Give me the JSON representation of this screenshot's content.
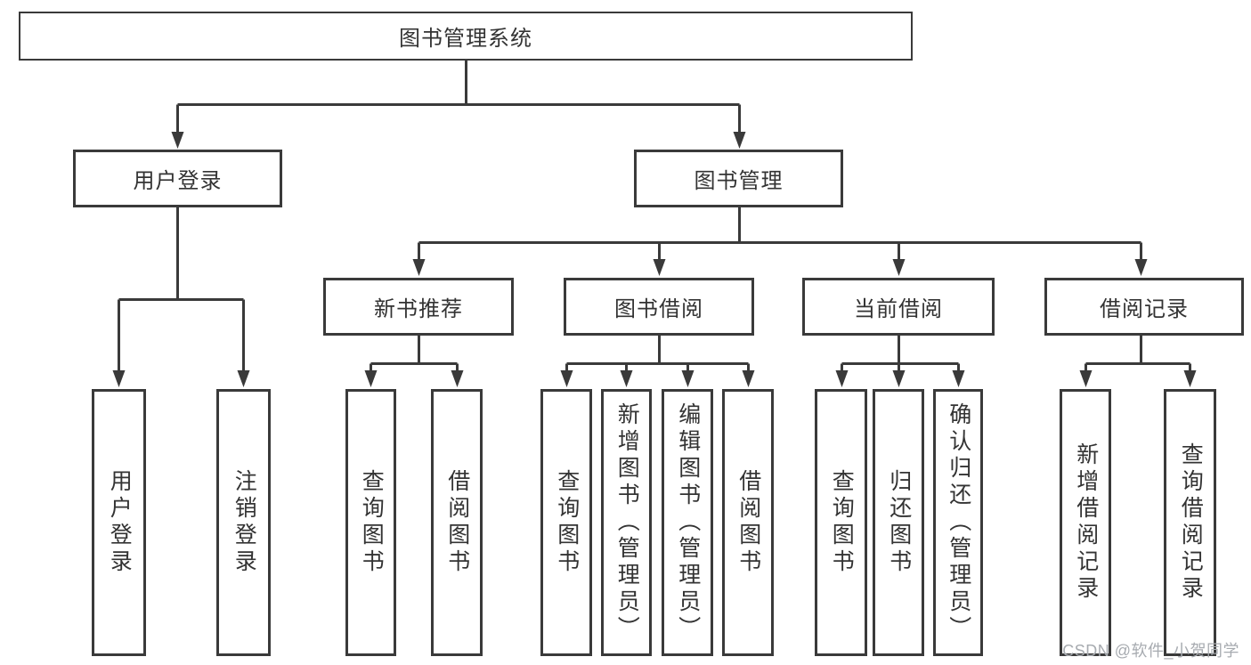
{
  "diagram": {
    "title": "图书管理系统",
    "root": {
      "label": "图书管理系统"
    },
    "level2": [
      {
        "label": "用户登录"
      },
      {
        "label": "图书管理"
      }
    ],
    "level3": [
      {
        "label": "新书推荐",
        "parent": "图书管理"
      },
      {
        "label": "图书借阅",
        "parent": "图书管理"
      },
      {
        "label": "当前借阅",
        "parent": "图书管理"
      },
      {
        "label": "借阅记录",
        "parent": "图书管理"
      }
    ],
    "leaves": [
      {
        "label": "用户登录",
        "parent": "用户登录"
      },
      {
        "label": "注销登录",
        "parent": "用户登录"
      },
      {
        "label": "查询图书",
        "parent": "新书推荐"
      },
      {
        "label": "借阅图书",
        "parent": "新书推荐"
      },
      {
        "label": "查询图书",
        "parent": "图书借阅"
      },
      {
        "label": "新增图书（管理员）",
        "parent": "图书借阅"
      },
      {
        "label": "编辑图书（管理员）",
        "parent": "图书借阅"
      },
      {
        "label": "借阅图书",
        "parent": "图书借阅"
      },
      {
        "label": "查询图书",
        "parent": "当前借阅"
      },
      {
        "label": "归还图书",
        "parent": "当前借阅"
      },
      {
        "label": "确认归还（管理员）",
        "parent": "当前借阅"
      },
      {
        "label": "新增借阅记录",
        "parent": "借阅记录"
      },
      {
        "label": "查询借阅记录",
        "parent": "借阅记录"
      }
    ]
  },
  "watermark": {
    "text": "CSDN @软件_小贺同学",
    "color": "#a7abb0"
  },
  "colors": {
    "line": "#3a3a3a",
    "border": "#3a3a3a",
    "text": "#333333",
    "background": "#ffffff"
  }
}
